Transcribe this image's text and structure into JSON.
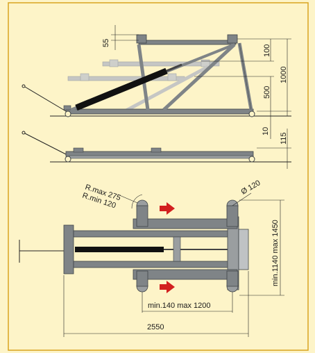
{
  "colors": {
    "page_bg": "#fdf4c8",
    "frame_border": "#d9a320",
    "steel": "#7f8487",
    "steel_dark": "#3f4447",
    "ghost": "#bfc2c4",
    "cylinder": "#111111",
    "arrow": "#d21f1f"
  },
  "side_view": {
    "dims": {
      "d55": "55",
      "d100": "100",
      "d500": "500",
      "d1000": "1000",
      "d10": "10"
    }
  },
  "lowered_view": {
    "dims": {
      "d115": "115"
    }
  },
  "plan_view": {
    "radius_max": "R.max 275",
    "radius_min": "R.min 120",
    "diameter": "Ø 120",
    "width_range": "min.1140 max 1450",
    "pad_spacing": "min.140 max 1200",
    "overall_length": "2550",
    "arrow_icon": "right-arrow-icon"
  }
}
